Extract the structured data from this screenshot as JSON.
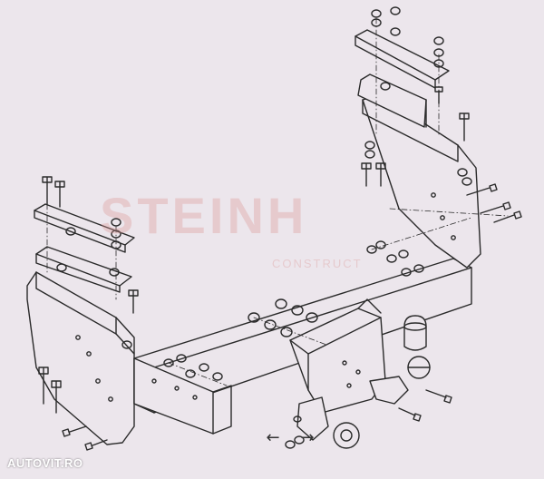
{
  "watermark": {
    "text": "STEINH",
    "sub": "CONSTRUCT"
  },
  "brand": {
    "text": "AUTOVIT.RO"
  },
  "navigation": {
    "prev_icon": "←",
    "next_icon": "→"
  },
  "colors": {
    "background": "#ece6ec",
    "line": "#2a2a2a",
    "watermark": "#e09a9a"
  }
}
